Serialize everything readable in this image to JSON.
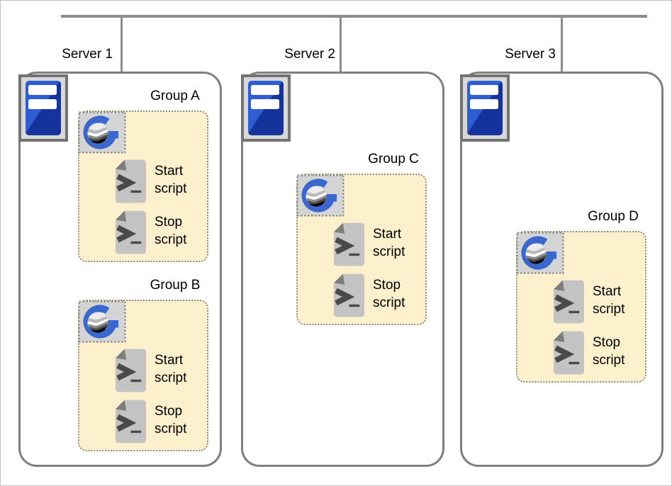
{
  "diagram": {
    "servers": [
      {
        "label": "Server 1",
        "groups": [
          {
            "label": "Group A",
            "scripts": [
              {
                "label": "Start script"
              },
              {
                "label": "Stop script"
              }
            ]
          },
          {
            "label": "Group B",
            "scripts": [
              {
                "label": "Start script"
              },
              {
                "label": "Stop script"
              }
            ]
          }
        ]
      },
      {
        "label": "Server 2",
        "groups": [
          {
            "label": "Group C",
            "scripts": [
              {
                "label": "Start script"
              },
              {
                "label": "Stop script"
              }
            ]
          }
        ]
      },
      {
        "label": "Server 3",
        "groups": [
          {
            "label": "Group D",
            "scripts": [
              {
                "label": "Start script"
              },
              {
                "label": "Stop script"
              }
            ]
          }
        ]
      }
    ],
    "icons": {
      "server": "server-tower-icon",
      "gateway": "gateway-globe-g-icon",
      "script": "terminal-script-file-icon"
    },
    "colors": {
      "connector_line": "#8c8c8c",
      "box_border": "#7f7f7f",
      "group_fill": "#fcf0cd",
      "group_border": "#8c8c8c",
      "server_icon_blue_light": "#2e5ed2",
      "server_icon_blue_dark": "#14339b",
      "gateway_blue": "#3a67ce",
      "script_icon_body": "#c3c3c3",
      "script_icon_fold": "#7d7d7d",
      "script_icon_glyph": "#4a4a4a",
      "text": "#000000"
    }
  }
}
